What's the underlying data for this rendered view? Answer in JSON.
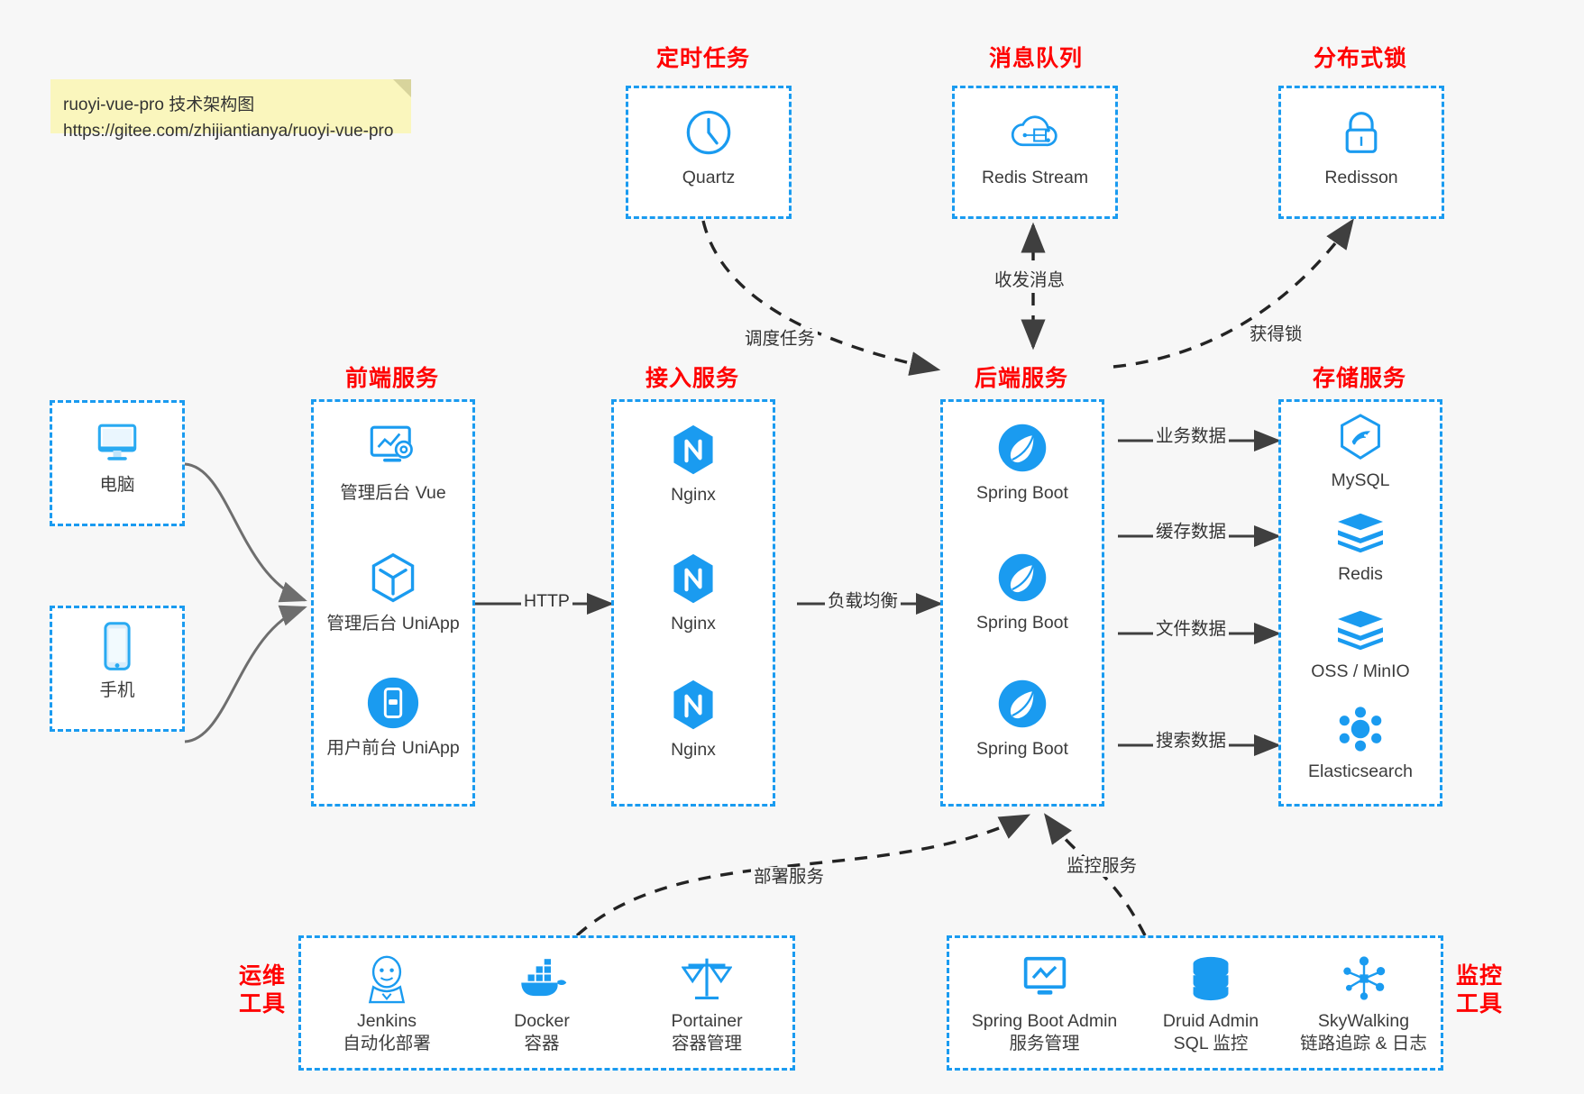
{
  "note": {
    "line1": "ruoyi-vue-pro 技术架构图",
    "line2": "https://gitee.com/zhijiantianya/ruoyi-vue-pro"
  },
  "groups": {
    "scheduler": "定时任务",
    "mq": "消息队列",
    "lock": "分布式锁",
    "frontend": "前端服务",
    "gateway": "接入服务",
    "backend": "后端服务",
    "storage": "存储服务",
    "ops_line1": "运维",
    "ops_line2": "工具",
    "monitor_line1": "监控",
    "monitor_line2": "工具"
  },
  "clients": [
    {
      "label": "电脑",
      "icon": "desktop-icon"
    },
    {
      "label": "手机",
      "icon": "mobile-icon"
    }
  ],
  "scheduler_nodes": [
    {
      "label": "Quartz",
      "icon": "clock-icon"
    }
  ],
  "mq_nodes": [
    {
      "label": "Redis Stream",
      "icon": "cloud-stream-icon"
    }
  ],
  "lock_nodes": [
    {
      "label": "Redisson",
      "icon": "lock-icon"
    }
  ],
  "frontend_nodes": [
    {
      "label": "管理后台 Vue",
      "icon": "dashboard-gear-icon"
    },
    {
      "label": "管理后台 UniApp",
      "icon": "cube-icon"
    },
    {
      "label": "用户前台 UniApp",
      "icon": "phone-app-icon"
    }
  ],
  "gateway_nodes": [
    {
      "label": "Nginx",
      "icon": "nginx-icon"
    },
    {
      "label": "Nginx",
      "icon": "nginx-icon"
    },
    {
      "label": "Nginx",
      "icon": "nginx-icon"
    }
  ],
  "backend_nodes": [
    {
      "label": "Spring Boot",
      "icon": "spring-leaf-icon"
    },
    {
      "label": "Spring Boot",
      "icon": "spring-leaf-icon"
    },
    {
      "label": "Spring Boot",
      "icon": "spring-leaf-icon"
    }
  ],
  "storage_nodes": [
    {
      "label": "MySQL",
      "icon": "mysql-dolphin-icon"
    },
    {
      "label": "Redis",
      "icon": "redis-stack-icon"
    },
    {
      "label": "OSS / MinIO",
      "icon": "object-storage-icon"
    },
    {
      "label": "Elasticsearch",
      "icon": "elasticsearch-icon"
    }
  ],
  "ops_nodes": [
    {
      "label": "Jenkins",
      "sub": "自动化部署",
      "icon": "jenkins-butler-icon"
    },
    {
      "label": "Docker",
      "sub": "容器",
      "icon": "docker-whale-icon"
    },
    {
      "label": "Portainer",
      "sub": "容器管理",
      "icon": "scales-icon"
    }
  ],
  "monitor_nodes": [
    {
      "label": "Spring Boot Admin",
      "sub": "服务管理",
      "icon": "monitor-chart-icon"
    },
    {
      "label": "Druid Admin",
      "sub": "SQL 监控",
      "icon": "database-icon"
    },
    {
      "label": "SkyWalking",
      "sub": "链路追踪 & 日志",
      "icon": "skywalking-icon"
    }
  ],
  "edges": {
    "http": "HTTP",
    "load_balance": "负载均衡",
    "schedule_task": "调度任务",
    "send_receive_msg": "收发消息",
    "acquire_lock": "获得锁",
    "business_data": "业务数据",
    "cache_data": "缓存数据",
    "file_data": "文件数据",
    "search_data": "搜索数据",
    "deploy_service": "部署服务",
    "monitor_service": "监控服务"
  },
  "colors": {
    "accent": "#1a9bf0",
    "title": "#ff0000",
    "background": "#f7f7f7",
    "note": "#faf6bd",
    "text": "#3c3c3c",
    "wire": "#4d4d4d"
  }
}
